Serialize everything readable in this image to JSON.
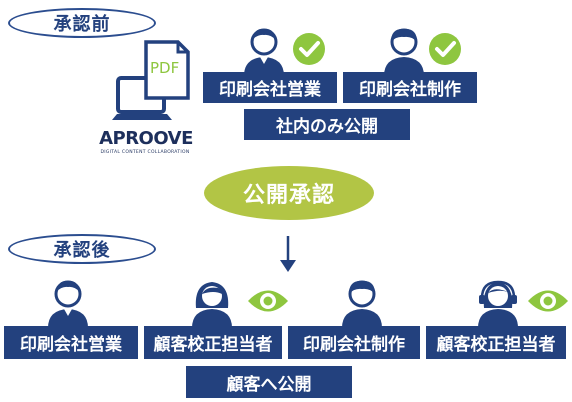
{
  "before": {
    "phase_label": "承認前",
    "roles": [
      {
        "label": "印刷会社営業"
      },
      {
        "label": "印刷会社制作"
      }
    ],
    "visibility_label": "社内のみ公開",
    "logo": {
      "name": "APROOVE",
      "tagline": "DIGITAL CONTENT COLLABORATION",
      "file_label": "PDF"
    }
  },
  "approval_label": "公開承認",
  "after": {
    "phase_label": "承認後",
    "roles": [
      {
        "label": "印刷会社営業"
      },
      {
        "label": "顧客校正担当者"
      },
      {
        "label": "印刷会社制作"
      },
      {
        "label": "顧客校正担当者"
      }
    ],
    "visibility_label": "顧客へ公開"
  },
  "colors": {
    "navy": "#23417e",
    "check_green": "#8ec63f",
    "approve_green": "#b2c545"
  }
}
